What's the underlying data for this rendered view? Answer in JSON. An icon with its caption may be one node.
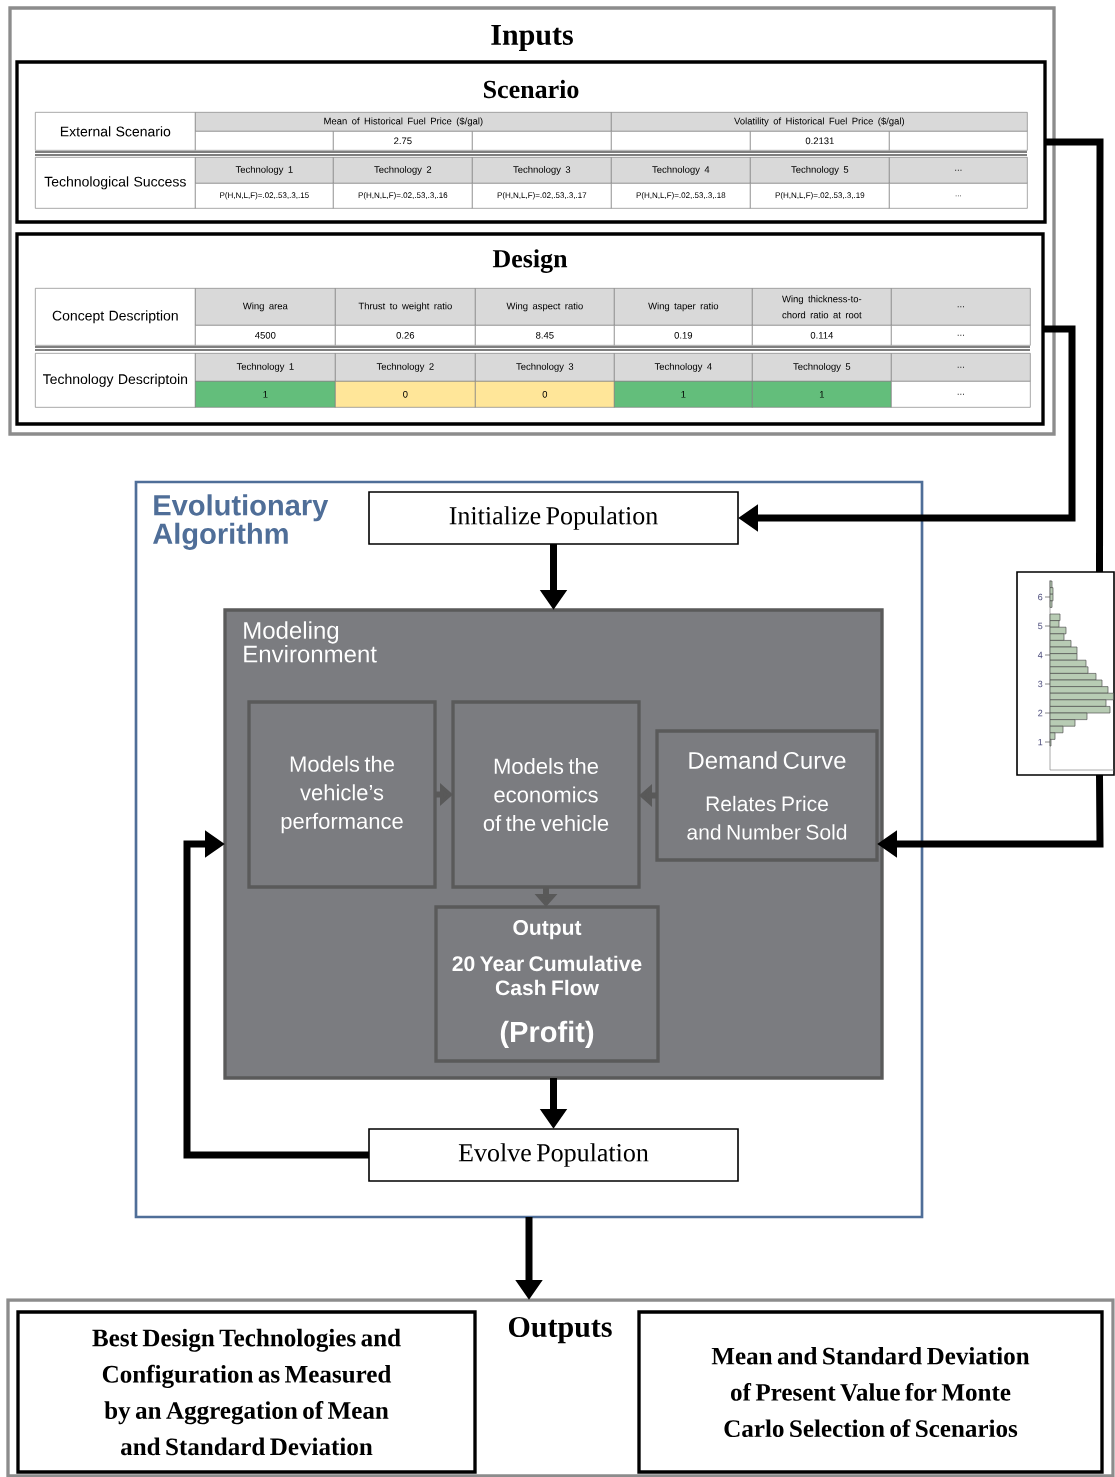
{
  "diagram": {
    "nodes": [
      {
        "text": [
          "Inputs"
        ]
      },
      {
        "text": [
          "Scenario"
        ],
        "in": 0
      },
      {
        "text": [
          "Design"
        ],
        "in": 0
      },
      {
        "text": [
          "Evolutionary Algorithm"
        ]
      },
      {
        "text": [
          "Initialize Population"
        ],
        "in": 3
      },
      {
        "text": [
          "Modeling Environment"
        ],
        "in": 3
      },
      {
        "text": [
          "Models the vehicle’s performance"
        ],
        "in": 5
      },
      {
        "text": [
          "Models the economics of the vehicle"
        ],
        "in": 5
      },
      {
        "text": [
          "Demand Curve",
          "Relates Price and Number Sold"
        ],
        "in": 5
      },
      {
        "text": [
          "Output",
          "20 Year Cumulative Cash Flow",
          "(Profit)"
        ],
        "in": 5
      },
      {
        "text": [
          "Evolve Population"
        ],
        "in": 3
      },
      {
        "text": [
          "Outputs"
        ]
      },
      {
        "text": [
          "Best Design Technologies and Configuration as Measured by an Aggregation of Mean and Standard Deviation"
        ],
        "in": 11
      },
      {
        "text": [
          "Mean and Standard Deviation of Present Value for Monte Carlo Selection of Scenarios"
        ],
        "in": 11
      },
      {
        "text": [],
        "shape": "picture"
      }
    ],
    "edges": [
      {
        "from": 1,
        "to": 14,
        "arrow": "none"
      },
      {
        "from": 2,
        "to": 4,
        "arrow": "to"
      },
      {
        "from": 14,
        "to": 8,
        "arrow": "to"
      },
      {
        "from": 4,
        "to": 5,
        "arrow": "to"
      },
      {
        "from": 6,
        "to": 7,
        "arrow": "to",
        "color": "#595959"
      },
      {
        "from": 8,
        "to": 7,
        "arrow": "to",
        "color": "#595959"
      },
      {
        "from": 7,
        "to": 9,
        "arrow": "to",
        "color": "#595959"
      },
      {
        "from": 5,
        "to": 10,
        "arrow": "to"
      },
      {
        "from": 10,
        "to": 5,
        "arrow": "to"
      },
      {
        "from": 3,
        "to": 11,
        "arrow": "to"
      }
    ],
    "labels": [
      "External Scenario",
      "Mean of Historical Fuel Price ($/gal)",
      "Volatility of Historical Fuel Price ($/gal)",
      "2.75",
      "0.2131",
      "Technological Success",
      "Technology 1",
      "Technology 2",
      "Technology 3",
      "Technology 4",
      "Technology 5",
      "...",
      "P(H,N,L,F)=.02,.53,.3,.15",
      "P(H,N,L,F)=.02,.53,.3,.16",
      "P(H,N,L,F)=.02,.53,.3,.17",
      "P(H,N,L,F)=.02,.53,.3,.18",
      "P(H,N,L,F)=.02,.53,.3,.19",
      "...",
      "Concept Description",
      "Wing area",
      "Thrust to weight ratio",
      "Wing aspect ratio",
      "Wing taper ratio",
      "Wing thickness-to-chord ratio at root",
      "...",
      "4500",
      "0.26",
      "8.45",
      "0.19",
      "0.114",
      "...",
      "Technology Descriptoin",
      "Technology 1",
      "Technology 2",
      "Technology 3",
      "Technology 4",
      "Technology 5",
      "...",
      "1",
      "0",
      "0",
      "1",
      "1",
      "...",
      "6",
      "5",
      "4",
      "3",
      "2",
      "1"
    ]
  }
}
